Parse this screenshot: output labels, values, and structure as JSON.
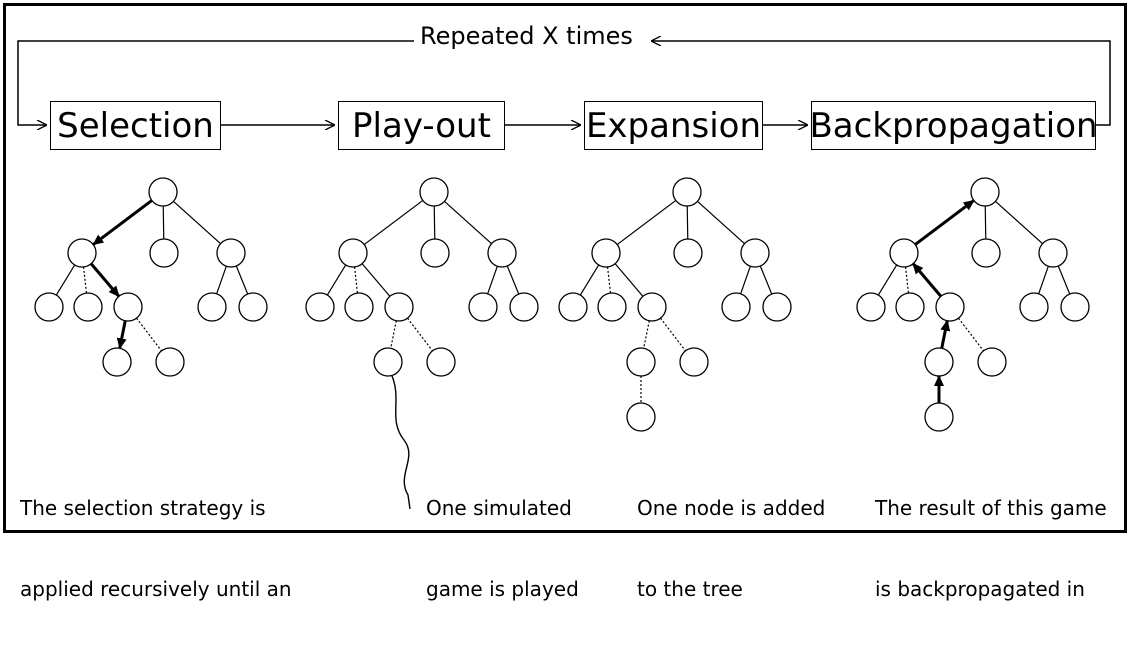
{
  "loop_label": "Repeated X times",
  "steps": [
    {
      "label": "Selection"
    },
    {
      "label": "Play-out"
    },
    {
      "label": "Expansion"
    },
    {
      "label": "Backpropagation"
    }
  ],
  "descriptions": [
    {
      "lines": [
        "The selection strategy is",
        "applied recursively until an"
      ]
    },
    {
      "lines": [
        "One simulated",
        "game is played"
      ]
    },
    {
      "lines": [
        "One node is added",
        "to the tree"
      ]
    },
    {
      "lines": [
        "The result of this game",
        "is backpropagated in"
      ]
    }
  ]
}
